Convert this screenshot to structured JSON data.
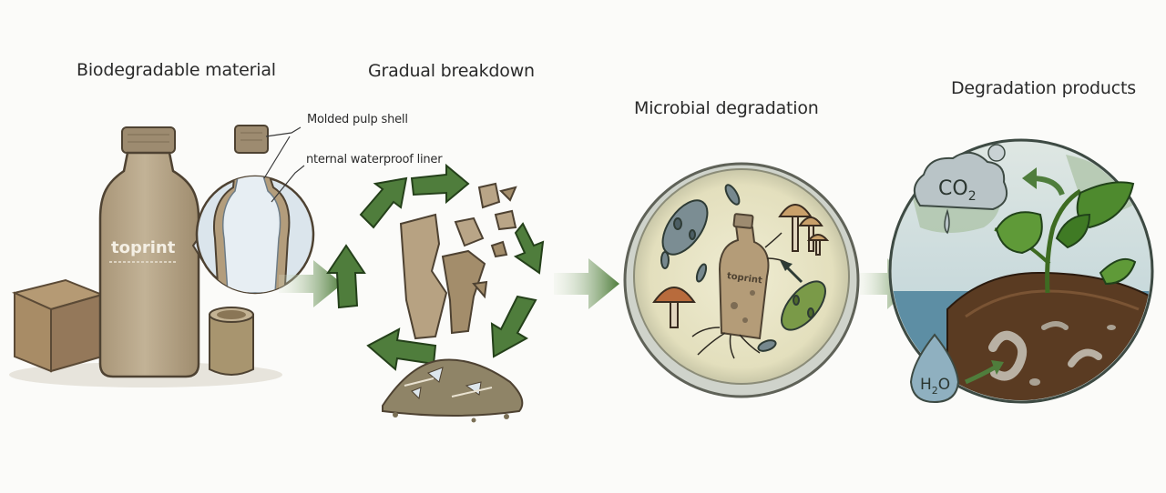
{
  "stages": {
    "biodegradable_material": "Biodegradable material",
    "gradual_breakdown": "Gradual breakdown",
    "microbial_degradation": "Microbial degradation",
    "degradation_products": "Degradation products"
  },
  "callouts": {
    "molded_pulp_shell": "Molded pulp shell",
    "waterproof_liner": "nternal waterproof liner"
  },
  "bottle_brand": "toprint",
  "molecules": {
    "co2": "CO",
    "co2_sub": "2",
    "h2o_a": "H",
    "h2o_sub": "2",
    "h2o_b": "O"
  },
  "colors": {
    "arrow_green": "#4f7d3c",
    "kraft": "#b7a68a",
    "petri_bg": "#e9e5c7",
    "soil": "#5a3b22",
    "water": "#6f9fb4",
    "leaf": "#4e8a2e"
  }
}
